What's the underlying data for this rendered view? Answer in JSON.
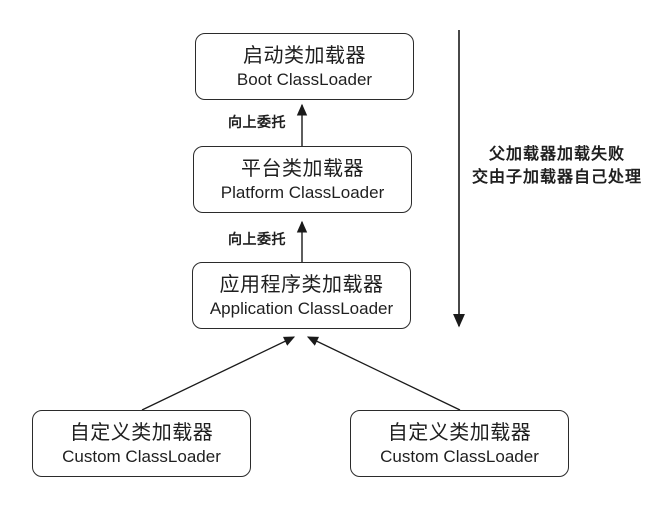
{
  "boxes": {
    "boot": {
      "zh": "启动类加载器",
      "en": "Boot ClassLoader"
    },
    "platform": {
      "zh": "平台类加载器",
      "en": "Platform ClassLoader"
    },
    "application": {
      "zh": "应用程序类加载器",
      "en": "Application ClassLoader"
    },
    "custom_left": {
      "zh": "自定义类加载器",
      "en": "Custom ClassLoader"
    },
    "custom_right": {
      "zh": "自定义类加载器",
      "en": "Custom ClassLoader"
    }
  },
  "labels": {
    "delegate_up_top": "向上委托",
    "delegate_up_bottom": "向上委托",
    "fallback_note_line1": "父加载器加载失败",
    "fallback_note_line2": "交由子加载器自己处理"
  },
  "colors": {
    "stroke": "#1a1a1a",
    "text": "#1f1f1f",
    "background": "#ffffff"
  }
}
